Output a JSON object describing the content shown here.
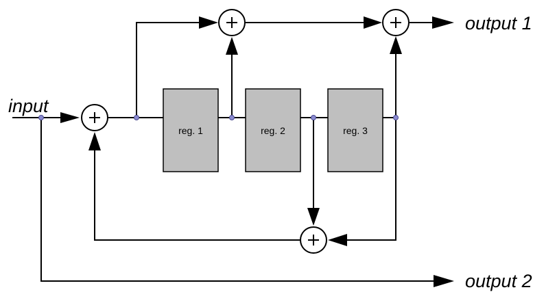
{
  "labels": {
    "input": "input",
    "output1": "output 1",
    "output2": "output 2"
  },
  "registers": [
    {
      "label": "reg. 1"
    },
    {
      "label": "reg. 2"
    },
    {
      "label": "reg. 3"
    }
  ],
  "adder_symbol": "+",
  "colors": {
    "register_fill": "#bfbfbf",
    "line": "#000000",
    "junction": "#8a8ad0"
  }
}
